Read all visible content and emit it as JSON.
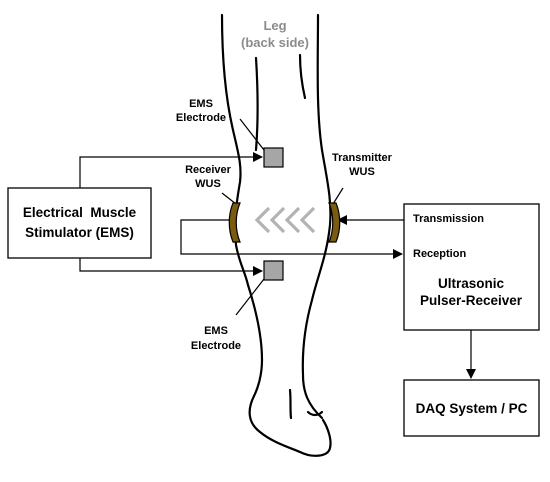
{
  "leg_label": {
    "line1": "Leg",
    "line2": "(back side)"
  },
  "ems_electrode_top": {
    "line1": "EMS",
    "line2": "Electrode"
  },
  "ems_electrode_bottom": {
    "line1": "EMS",
    "line2": "Electrode"
  },
  "receiver_wus": {
    "line1": "Receiver",
    "line2": "WUS"
  },
  "transmitter_wus": {
    "line1": "Transmitter",
    "line2": "WUS"
  },
  "ems_box": {
    "line1": "Electrical  Muscle",
    "line2": "Stimulator (EMS)"
  },
  "pulser_box": {
    "transmission": "Transmission",
    "reception": "Reception",
    "title_line1": "Ultrasonic",
    "title_line2": "Pulser-Receiver"
  },
  "daq_box": {
    "label": "DAQ System / PC"
  },
  "colors": {
    "line": "#000000",
    "electrode_fill": "#a6a6a6",
    "transducer_fill": "#7a5c10",
    "wave_chevrons": "#b3b3b3",
    "leg_label": "#8c8c8c"
  }
}
